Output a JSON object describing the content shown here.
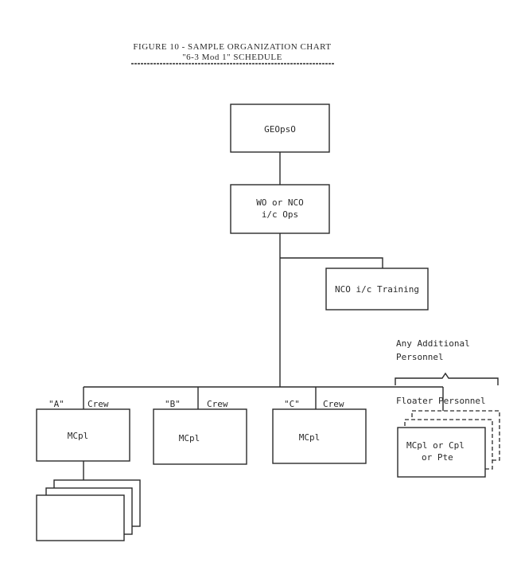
{
  "title": {
    "line1": "FIGURE 10 - SAMPLE ORGANIZATION CHART",
    "line2": "\"6-3 Mod 1\" SCHEDULE"
  },
  "nodes": {
    "geopso": "GEOpsO",
    "wo_nco_line1": "WO or NCO",
    "wo_nco_line2": "i/c Ops",
    "training": "NCO i/c Training",
    "crew_a_label": "\"A\"",
    "crew_a_crew": "Crew",
    "crew_a_box": "MCpl",
    "crew_b_label": "\"B\"",
    "crew_b_crew": "Crew",
    "crew_b_box": "MCpl",
    "crew_c_label": "\"C\"",
    "crew_c_crew": "Crew",
    "crew_c_box": "MCpl",
    "additional_line1": "Any Additional",
    "additional_line2": "Personnel",
    "floater_label": "Floater Personnel",
    "floater_line1": "MCpl or Cpl",
    "floater_line2": "or Pte"
  }
}
